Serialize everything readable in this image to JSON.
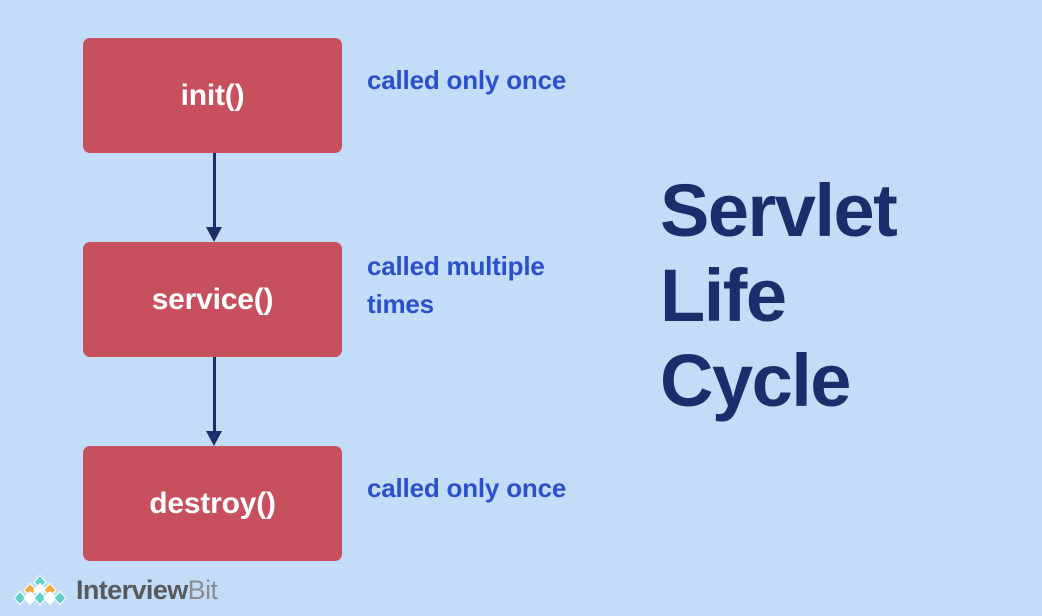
{
  "colors": {
    "background": "#c3ddf8",
    "node_fill": "#c8505e",
    "node_text": "#ffffff",
    "arrow": "#1d2d6b",
    "annotation_text": "#2b50cc",
    "headline_text": "#1d2d6b",
    "logo_teal": "#5ecfc9",
    "logo_orange": "#f5a93f",
    "logo_white": "#ffffff",
    "logo_word_dark": "#58595b",
    "logo_word_light": "#8b8d8f"
  },
  "diagram": {
    "nodes": [
      {
        "id": "init",
        "label": "init()"
      },
      {
        "id": "service",
        "label": "service()"
      },
      {
        "id": "destroy",
        "label": "destroy()"
      }
    ],
    "annotations": [
      {
        "id": "init",
        "text": "called only once"
      },
      {
        "id": "service",
        "text": "called multiple times"
      },
      {
        "id": "destroy",
        "text": "called only once"
      }
    ],
    "arrows": [
      {
        "from": "init",
        "to": "service"
      },
      {
        "from": "service",
        "to": "destroy"
      }
    ]
  },
  "headline": {
    "lines": [
      "Servlet",
      "Life",
      "Cycle"
    ],
    "full_text": "Servlet Life Cycle"
  },
  "logo": {
    "word_bold": "Interview",
    "word_light": "Bit",
    "full_text": "InterviewBit"
  }
}
